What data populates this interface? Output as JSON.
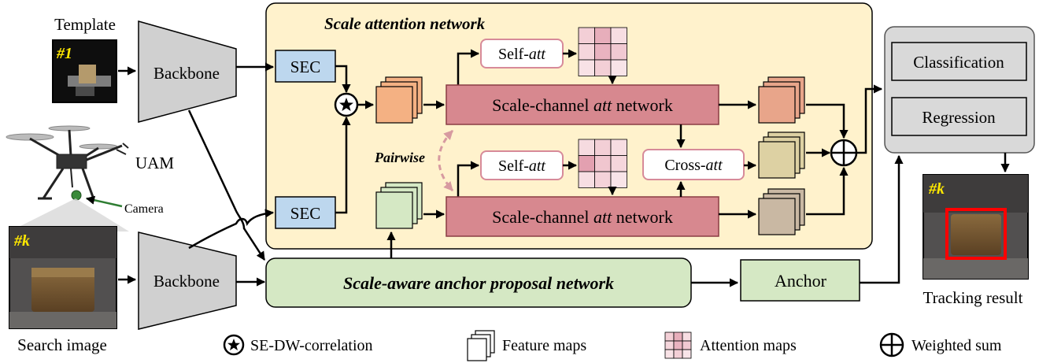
{
  "template": {
    "caption": "Template",
    "frame_tag": "#1",
    "backbone_label": "Backbone"
  },
  "search": {
    "caption": "Search image",
    "frame_tag": "#k",
    "backbone_label": "Backbone"
  },
  "uam": {
    "label": "UAM",
    "camera_label": "Camera"
  },
  "scale_attention": {
    "title": "Scale attention network",
    "sec_top": "SEC",
    "sec_bottom": "SEC",
    "pairwise": "Pairwise",
    "self_att_prefix": "Self-",
    "self_att_suffix": "att",
    "cross_att_prefix": "Cross-",
    "cross_att_suffix": "att",
    "scale_channel_prefix": "Scale-channel ",
    "scale_channel_italic": "att",
    "scale_channel_suffix": " network"
  },
  "anchor_proposal": {
    "label": "Scale-aware anchor proposal network"
  },
  "anchor": {
    "label": "Anchor"
  },
  "head": {
    "classification": "Classification",
    "regression": "Regression"
  },
  "result": {
    "frame_tag": "#k",
    "caption": "Tracking result"
  },
  "legend": {
    "correlation": "SE-DW-correlation",
    "feature_maps": "Feature maps",
    "attention_maps": "Attention maps",
    "weighted_sum": "Weighted sum"
  },
  "attention_top": [
    [
      "#f3cfd6",
      "#e7aebb",
      "#f7dde2"
    ],
    [
      "#f5d6dc",
      "#e9b3c0",
      "#f1c9d2"
    ],
    [
      "#f8e2e6",
      "#f3cfd6",
      "#f8e4e8"
    ]
  ],
  "attention_bottom": [
    [
      "#f6dbe0",
      "#f3cfd6",
      "#f7dde2"
    ],
    [
      "#e3a0b0",
      "#f0c6cf",
      "#f5d6dc"
    ],
    [
      "#f7dee3",
      "#f4d2d9",
      "#f8e4e8"
    ]
  ],
  "colors": {
    "panel_fill": "#fff2cc",
    "sec_fill": "#bdd7ee",
    "scale_channel_fill": "#d7888f",
    "scale_channel_stroke": "#8a3c44",
    "green_fill": "#d5e8c4",
    "green_stroke": "#4f7a3a",
    "head_fill": "#d9d9d9",
    "attention_label_stroke": "#d78a99",
    "pairwise_arrow": "#d79aa0",
    "tag_yellow": "#ffe800",
    "box_red": "#ff0000"
  }
}
